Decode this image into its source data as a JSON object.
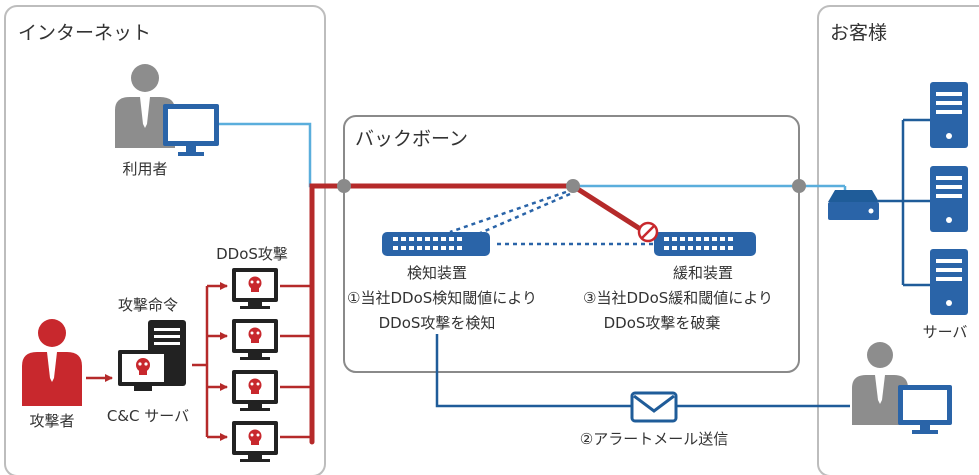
{
  "zones": {
    "internet": "インターネット",
    "customer": "お客様",
    "backbone": "バックボーン"
  },
  "labels": {
    "user": "利用者",
    "ddos_attack": "DDoS攻撃",
    "attack_command": "攻撃命令",
    "attacker": "攻撃者",
    "cc_server": "C&C サーバ",
    "detection_device": "検知装置",
    "detection_desc_1": "①当社DDoS検知閾値により",
    "detection_desc_2": "DDoS攻撃を検知",
    "mitigation_device": "緩和装置",
    "mitigation_desc_1": "③当社DDoS緩和閾値により",
    "mitigation_desc_2": "DDoS攻撃を破棄",
    "server": "サーバ",
    "alert_mail": "②アラートメール送信"
  },
  "colors": {
    "attack_red": "#b52a2a",
    "blue_line": "#5aaedc",
    "dark_blue": "#1f5c99",
    "device_blue": "#2a64a8",
    "person_gray": "#8d8d8d",
    "attacker_red": "#c8282d",
    "zone_border": "#bdbdbd"
  }
}
